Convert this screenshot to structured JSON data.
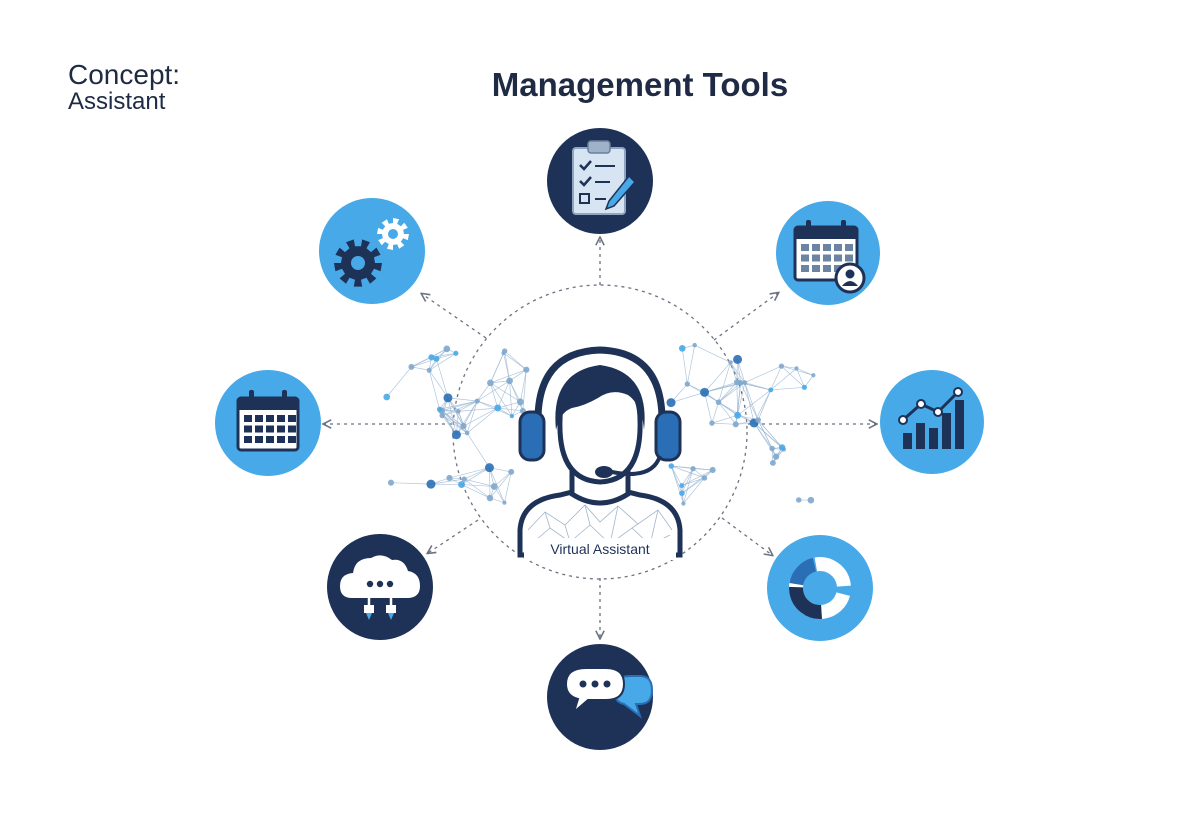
{
  "header": {
    "concept_line1": "Concept:",
    "concept_line2": "Assistant",
    "title": "Management Tools"
  },
  "hub": {
    "label": "Virtual Assistant",
    "icon": "headset-user-icon"
  },
  "nodes": [
    {
      "id": "top",
      "icon": "checklist-clipboard-icon",
      "style": "dark"
    },
    {
      "id": "top-right",
      "icon": "calendar-user-icon",
      "style": "light"
    },
    {
      "id": "right",
      "icon": "bar-chart-trend-icon",
      "style": "light"
    },
    {
      "id": "bottom-right",
      "icon": "donut-chart-icon",
      "style": "light"
    },
    {
      "id": "bottom",
      "icon": "chat-bubbles-icon",
      "style": "dark"
    },
    {
      "id": "bottom-left",
      "icon": "cloud-sync-icon",
      "style": "dark"
    },
    {
      "id": "left",
      "icon": "calendar-icon",
      "style": "light"
    },
    {
      "id": "top-left",
      "icon": "gears-icon",
      "style": "light"
    }
  ],
  "colors": {
    "dark_navy": "#1e3258",
    "light_blue": "#47a9e8",
    "mid_blue": "#2a6fb5",
    "line_gray": "#6b7280"
  }
}
